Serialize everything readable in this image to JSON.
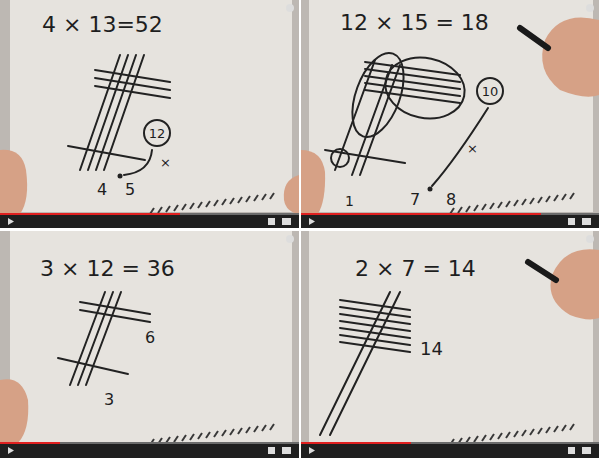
{
  "diagram": {
    "labels": [
      "4 × 13=52",
      "12",
      "4",
      "5",
      "×",
      "12 × 15 = 18",
      "10",
      "×",
      "1",
      "7",
      "8",
      "3 × 12 = 36",
      "6",
      "3",
      "2 × 7 = 14",
      "14"
    ]
  }
}
